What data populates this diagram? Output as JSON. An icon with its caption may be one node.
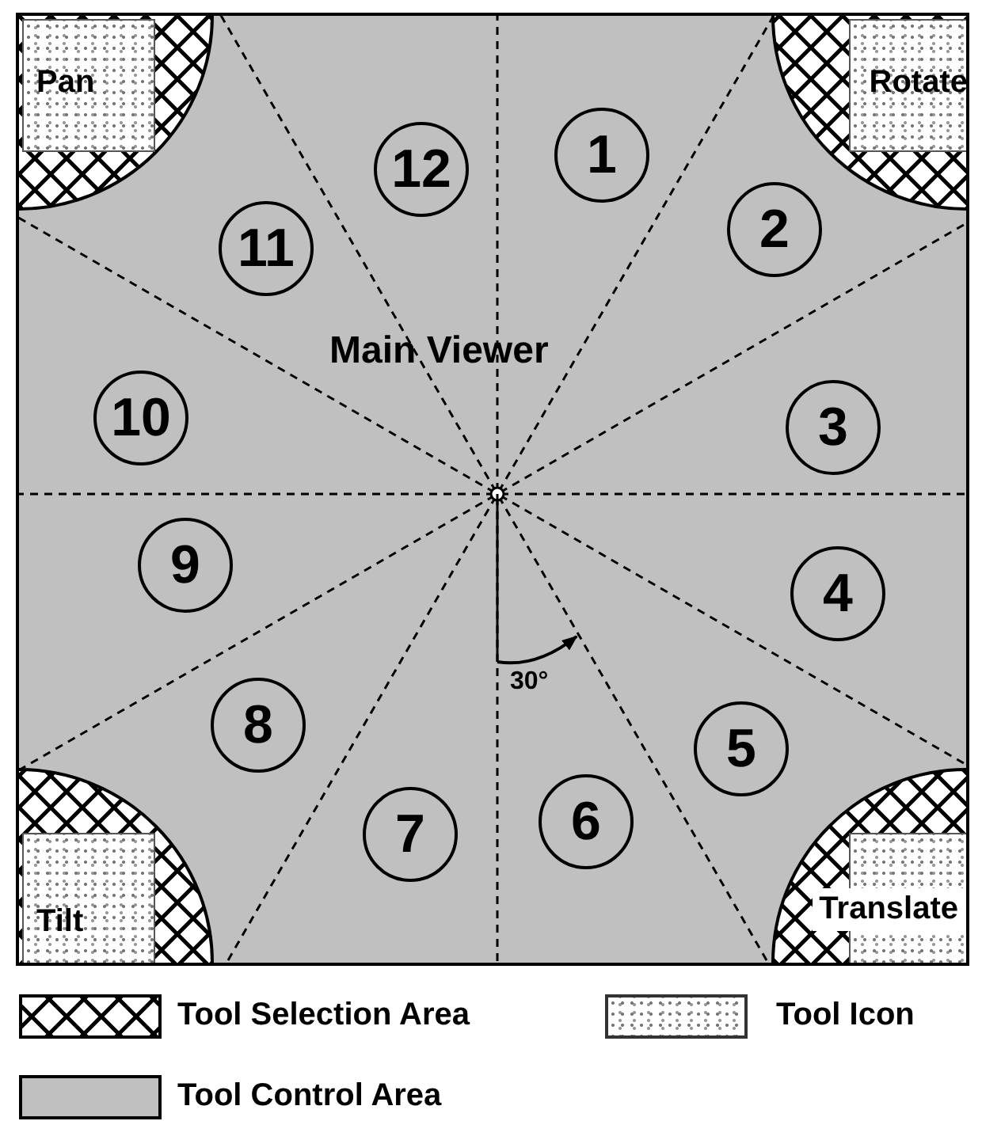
{
  "diagram": {
    "nodes": [
      {
        "text": [
          "Main Viewer"
        ]
      },
      {
        "text": [
          "Pan"
        ],
        "in": 0
      },
      {
        "text": [
          "Rotate"
        ],
        "in": 0
      },
      {
        "text": [
          "1"
        ],
        "in": 0
      },
      {
        "text": [
          "2"
        ],
        "in": 0
      },
      {
        "text": [
          "3"
        ],
        "in": 0
      },
      {
        "text": [
          "4"
        ],
        "in": 0
      },
      {
        "text": [
          "5"
        ],
        "in": 0
      },
      {
        "text": [
          "6"
        ],
        "in": 0
      },
      {
        "text": [
          "7"
        ],
        "in": 0
      },
      {
        "text": [
          "8"
        ],
        "in": 0
      },
      {
        "text": [
          "9"
        ],
        "in": 0
      },
      {
        "text": [
          "10"
        ],
        "in": 0
      },
      {
        "text": [
          "11"
        ],
        "in": 0
      },
      {
        "text": [
          "12"
        ],
        "in": 0
      },
      {
        "text": [
          "Tilt"
        ],
        "in": 0
      },
      {
        "text": [
          "Translate"
        ],
        "in": 0
      }
    ],
    "edges": [],
    "labels": [
      "30°"
    ],
    "legend": [
      {
        "text": "Tool Selection Area"
      },
      {
        "text": "Tool Icon"
      },
      {
        "text": "Tool Control Area",
        "color": "#c0c0c0"
      }
    ]
  }
}
